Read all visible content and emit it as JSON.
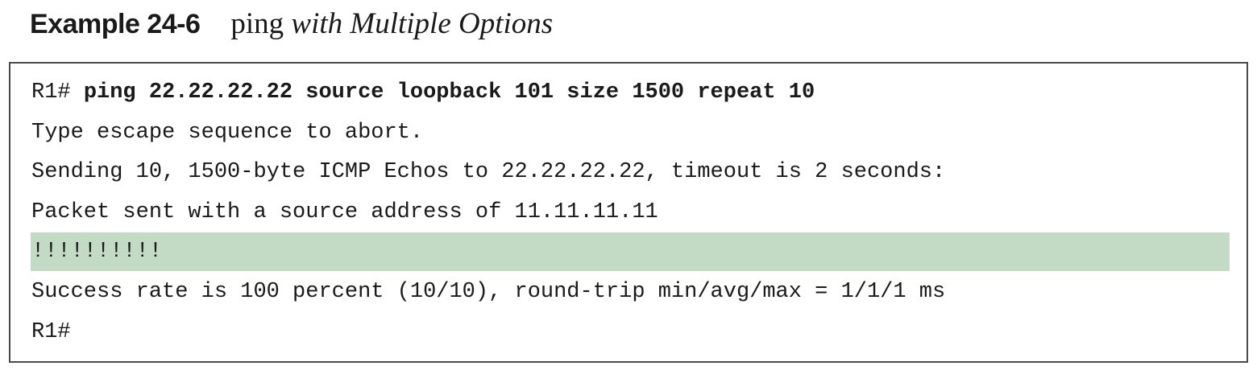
{
  "caption": {
    "label": "Example 24-6",
    "title_command": "ping",
    "title_rest": " with Multiple Options"
  },
  "code": {
    "prompt_line": {
      "prompt": "R1# ",
      "command": "ping 22.22.22.22 source loopback 101 size 1500 repeat 10"
    },
    "lines": [
      "Type escape sequence to abort.",
      "Sending 10, 1500-byte ICMP Echos to 22.22.22.22, timeout is 2 seconds:",
      "Packet sent with a source address of 11.11.11.11",
      "!!!!!!!!!!",
      "Success rate is 100 percent (10/10), round-trip min/avg/max = 1/1/1 ms",
      "R1#"
    ],
    "highlight_color": "#c3dbc4"
  }
}
